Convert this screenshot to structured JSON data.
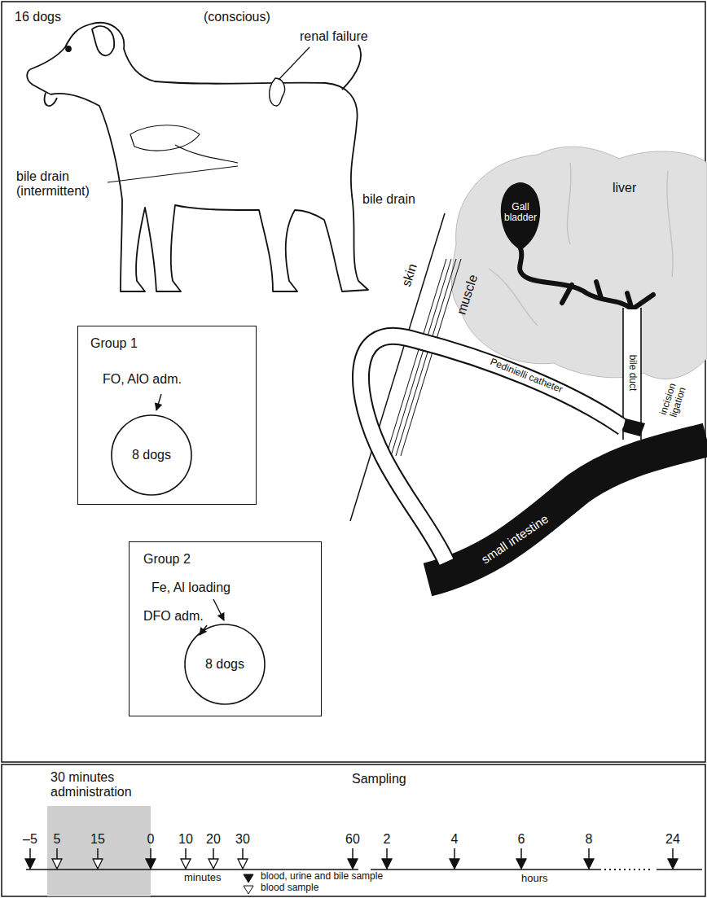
{
  "diagram": {
    "nodes": [
      {
        "text": [
          "Group 1",
          "FO, AlO adm."
        ]
      },
      {
        "text": [
          "8 dogs"
        ],
        "in": 0
      },
      {
        "text": [
          "Group 2",
          "Fe, Al loading",
          "DFO adm."
        ]
      },
      {
        "text": [
          "8 dogs"
        ],
        "in": 2
      },
      {
        "text": [
          "Gall bladder"
        ]
      }
    ],
    "labels": [
      "16 dogs",
      "(conscious)",
      "renal failure",
      "bile drain (intermittent)",
      "bile drain",
      "liver",
      "bile duct",
      "incision ligation",
      "skin",
      "muscle",
      "Pedinielli catheter",
      "small intestine",
      "Sampling",
      "30 minutes administration",
      "–5",
      "5",
      "15",
      "0",
      "10",
      "20",
      "30",
      "60",
      "2",
      "4",
      "6",
      "8",
      "24",
      "minutes",
      "hours"
    ],
    "legend": [
      {
        "text": "blood, urine and bile sample"
      },
      {
        "text": "blood sample"
      }
    ]
  }
}
